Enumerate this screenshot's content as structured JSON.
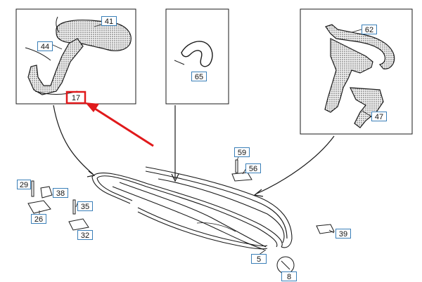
{
  "diagram": {
    "callouts": [
      {
        "key": "41",
        "text": "41"
      },
      {
        "key": "44",
        "text": "44"
      },
      {
        "key": "17",
        "text": "17"
      },
      {
        "key": "65",
        "text": "65"
      },
      {
        "key": "62",
        "text": "62"
      },
      {
        "key": "47",
        "text": "47"
      },
      {
        "key": "59",
        "text": "59"
      },
      {
        "key": "56",
        "text": "56"
      },
      {
        "key": "29",
        "text": "29"
      },
      {
        "key": "38",
        "text": "38"
      },
      {
        "key": "35",
        "text": "35"
      },
      {
        "key": "26",
        "text": "26"
      },
      {
        "key": "32",
        "text": "32"
      },
      {
        "key": "39",
        "text": "39"
      },
      {
        "key": "5",
        "text": "5"
      },
      {
        "key": "8",
        "text": "8"
      }
    ],
    "highlight_color": "#e0191b",
    "callout_border_color": "#3a7fb8",
    "line_color": "#1a1a1a"
  }
}
